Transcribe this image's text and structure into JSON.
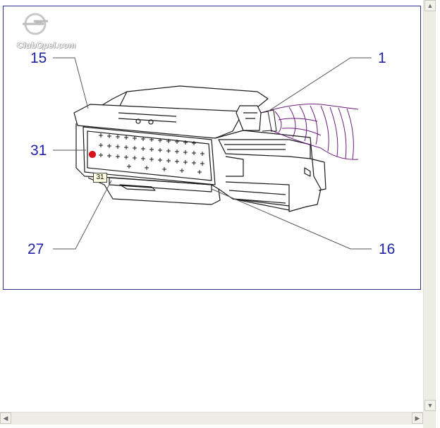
{
  "diagram": {
    "callouts": {
      "c15": "15",
      "c31": "31",
      "c27": "27",
      "c1": "1",
      "c16": "16"
    },
    "tooltip": "31",
    "colors": {
      "callout_text": "#1f23a8",
      "frame_border": "#2b2f8f",
      "harness_outline": "#6a1b7a",
      "pin_highlight": "#d8141e"
    }
  },
  "watermark": {
    "text": "ClubOpel.com",
    "icon": "opel-logo-icon"
  },
  "scrollbars": {
    "up_arrow": "▲",
    "down_arrow": "▼",
    "left_arrow": "◀",
    "right_arrow": "▶"
  }
}
